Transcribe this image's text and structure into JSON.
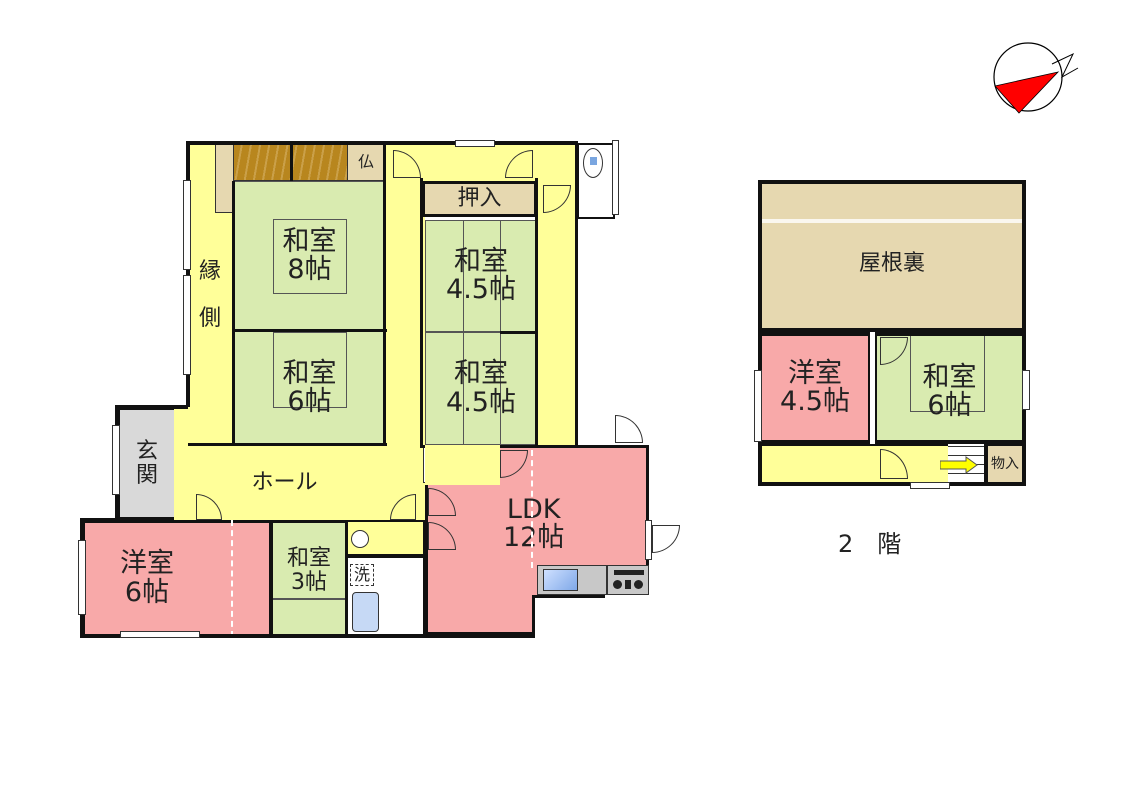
{
  "compass": {
    "icon": "north-arrow-compass-icon",
    "color": "#ff0000"
  },
  "colors": {
    "yellow": "#ffff99",
    "tatami": "#d9ebb0",
    "pink": "#f8a9a9",
    "beige": "#e6d8b0",
    "gray": "#d9d9d9",
    "wood": "#b8861e",
    "wall": "#111111"
  },
  "floor1": {
    "engawa": "縁\n\n側",
    "butsudan": "仏",
    "oshiire": "押入",
    "washitsu8": "和室\n8帖",
    "washitsu6": "和室\n6帖",
    "washitsu45a": "和室\n4.5帖",
    "washitsu45b": "和室\n4.5帖",
    "genkan": "玄\n関",
    "hall": "ホール",
    "youshitsu6": "洋室\n6帖",
    "washitsu3": "和室\n3帖",
    "sentaku": "洗",
    "ldk": "LDK\n12帖"
  },
  "floor2": {
    "yaneura": "屋根裏",
    "youshitsu45": "洋室\n4.5帖",
    "washitsu6": "和室\n6帖",
    "monoire": "物入",
    "label": "2　階"
  }
}
